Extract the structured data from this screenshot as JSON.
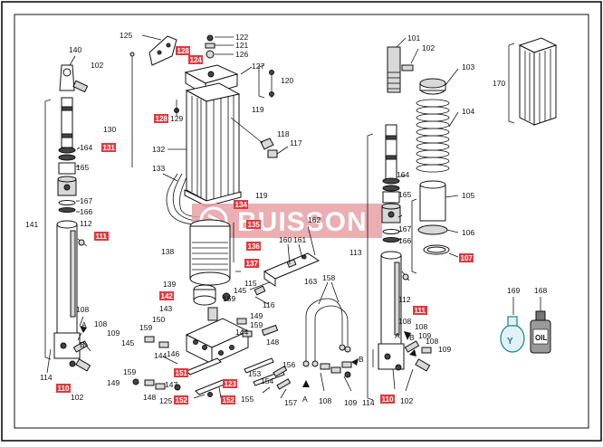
{
  "watermark": {
    "text": "BUISSON",
    "color": "#e8a0a5"
  },
  "highlight_color": "#e0393e",
  "labels": [
    {
      "id": "l125a",
      "text": "125"
    },
    {
      "id": "l122",
      "text": "122"
    },
    {
      "id": "l121",
      "text": "121"
    },
    {
      "id": "l126",
      "text": "126"
    },
    {
      "id": "l127",
      "text": "127"
    },
    {
      "id": "l120",
      "text": "120"
    },
    {
      "id": "l119a",
      "text": "119"
    },
    {
      "id": "l129",
      "text": "129"
    },
    {
      "id": "l118",
      "text": "118"
    },
    {
      "id": "l117",
      "text": "117"
    },
    {
      "id": "l130",
      "text": "130"
    },
    {
      "id": "l132",
      "text": "132"
    },
    {
      "id": "l133",
      "text": "133"
    },
    {
      "id": "l119b",
      "text": "119"
    },
    {
      "id": "l140",
      "text": "140"
    },
    {
      "id": "l102a",
      "text": "102"
    },
    {
      "id": "l164a",
      "text": "164"
    },
    {
      "id": "l165a",
      "text": "165"
    },
    {
      "id": "l167a",
      "text": "167"
    },
    {
      "id": "l166a",
      "text": "166"
    },
    {
      "id": "l141",
      "text": "141"
    },
    {
      "id": "l112a",
      "text": "112"
    },
    {
      "id": "l162",
      "text": "162"
    },
    {
      "id": "l160",
      "text": "160"
    },
    {
      "id": "l161",
      "text": "161"
    },
    {
      "id": "l138",
      "text": "138"
    },
    {
      "id": "l158",
      "text": "158"
    },
    {
      "id": "l163",
      "text": "163"
    },
    {
      "id": "l139",
      "text": "139"
    },
    {
      "id": "l115",
      "text": "115"
    },
    {
      "id": "l143",
      "text": "143"
    },
    {
      "id": "l145a",
      "text": "145"
    },
    {
      "id": "l159a",
      "text": "159"
    },
    {
      "id": "l116",
      "text": "116"
    },
    {
      "id": "l149a",
      "text": "149"
    },
    {
      "id": "l150",
      "text": "150"
    },
    {
      "id": "l159b",
      "text": "159"
    },
    {
      "id": "l144a",
      "text": "144"
    },
    {
      "id": "l148a",
      "text": "148"
    },
    {
      "id": "l159c",
      "text": "159"
    },
    {
      "id": "l145b",
      "text": "145"
    },
    {
      "id": "l144b",
      "text": "144"
    },
    {
      "id": "l146",
      "text": "146"
    },
    {
      "id": "l147",
      "text": "147"
    },
    {
      "id": "l159d",
      "text": "159"
    },
    {
      "id": "l149b",
      "text": "149"
    },
    {
      "id": "l148b",
      "text": "148"
    },
    {
      "id": "l125b",
      "text": "125"
    },
    {
      "id": "l153",
      "text": "153"
    },
    {
      "id": "l154",
      "text": "154"
    },
    {
      "id": "l156",
      "text": "156"
    },
    {
      "id": "l155",
      "text": "155"
    },
    {
      "id": "l157",
      "text": "157"
    },
    {
      "id": "l108a",
      "text": "108"
    },
    {
      "id": "l108b",
      "text": "108"
    },
    {
      "id": "l109a",
      "text": "109"
    },
    {
      "id": "l114a",
      "text": "114"
    },
    {
      "id": "l102b",
      "text": "102"
    },
    {
      "id": "lA1",
      "text": "A"
    },
    {
      "id": "lB1",
      "text": "B"
    },
    {
      "id": "l101",
      "text": "101"
    },
    {
      "id": "l102c",
      "text": "102"
    },
    {
      "id": "l103",
      "text": "103"
    },
    {
      "id": "l104",
      "text": "104"
    },
    {
      "id": "l170",
      "text": "170"
    },
    {
      "id": "l164b",
      "text": "164"
    },
    {
      "id": "l165b",
      "text": "165"
    },
    {
      "id": "l105",
      "text": "105"
    },
    {
      "id": "l167b",
      "text": "167"
    },
    {
      "id": "l166b",
      "text": "166"
    },
    {
      "id": "l106",
      "text": "106"
    },
    {
      "id": "l113",
      "text": "113"
    },
    {
      "id": "l112b",
      "text": "112"
    },
    {
      "id": "l108c",
      "text": "108"
    },
    {
      "id": "l108d",
      "text": "108"
    },
    {
      "id": "l109b",
      "text": "109"
    },
    {
      "id": "l108e",
      "text": "108"
    },
    {
      "id": "l109c",
      "text": "109"
    },
    {
      "id": "l114b",
      "text": "114"
    },
    {
      "id": "l102d",
      "text": "102"
    },
    {
      "id": "lA2",
      "text": "A"
    },
    {
      "id": "lB2",
      "text": "B"
    },
    {
      "id": "lA3",
      "text": "A"
    },
    {
      "id": "lB3",
      "text": "B"
    },
    {
      "id": "l169",
      "text": "169"
    },
    {
      "id": "l168",
      "text": "168"
    }
  ],
  "highlighted_labels": [
    {
      "id": "h128a",
      "text": "128"
    },
    {
      "id": "h124",
      "text": "124"
    },
    {
      "id": "h128b",
      "text": "128"
    },
    {
      "id": "h131",
      "text": "131"
    },
    {
      "id": "h111a",
      "text": "111"
    },
    {
      "id": "h134",
      "text": "134"
    },
    {
      "id": "h135",
      "text": "135"
    },
    {
      "id": "h136",
      "text": "136"
    },
    {
      "id": "h137",
      "text": "137"
    },
    {
      "id": "h142",
      "text": "142"
    },
    {
      "id": "h110a",
      "text": "110"
    },
    {
      "id": "h151",
      "text": "151"
    },
    {
      "id": "h152a",
      "text": "152"
    },
    {
      "id": "h123",
      "text": "123"
    },
    {
      "id": "h152b",
      "text": "152"
    },
    {
      "id": "h107",
      "text": "107"
    },
    {
      "id": "h111b",
      "text": "111"
    },
    {
      "id": "h110b",
      "text": "110"
    }
  ]
}
